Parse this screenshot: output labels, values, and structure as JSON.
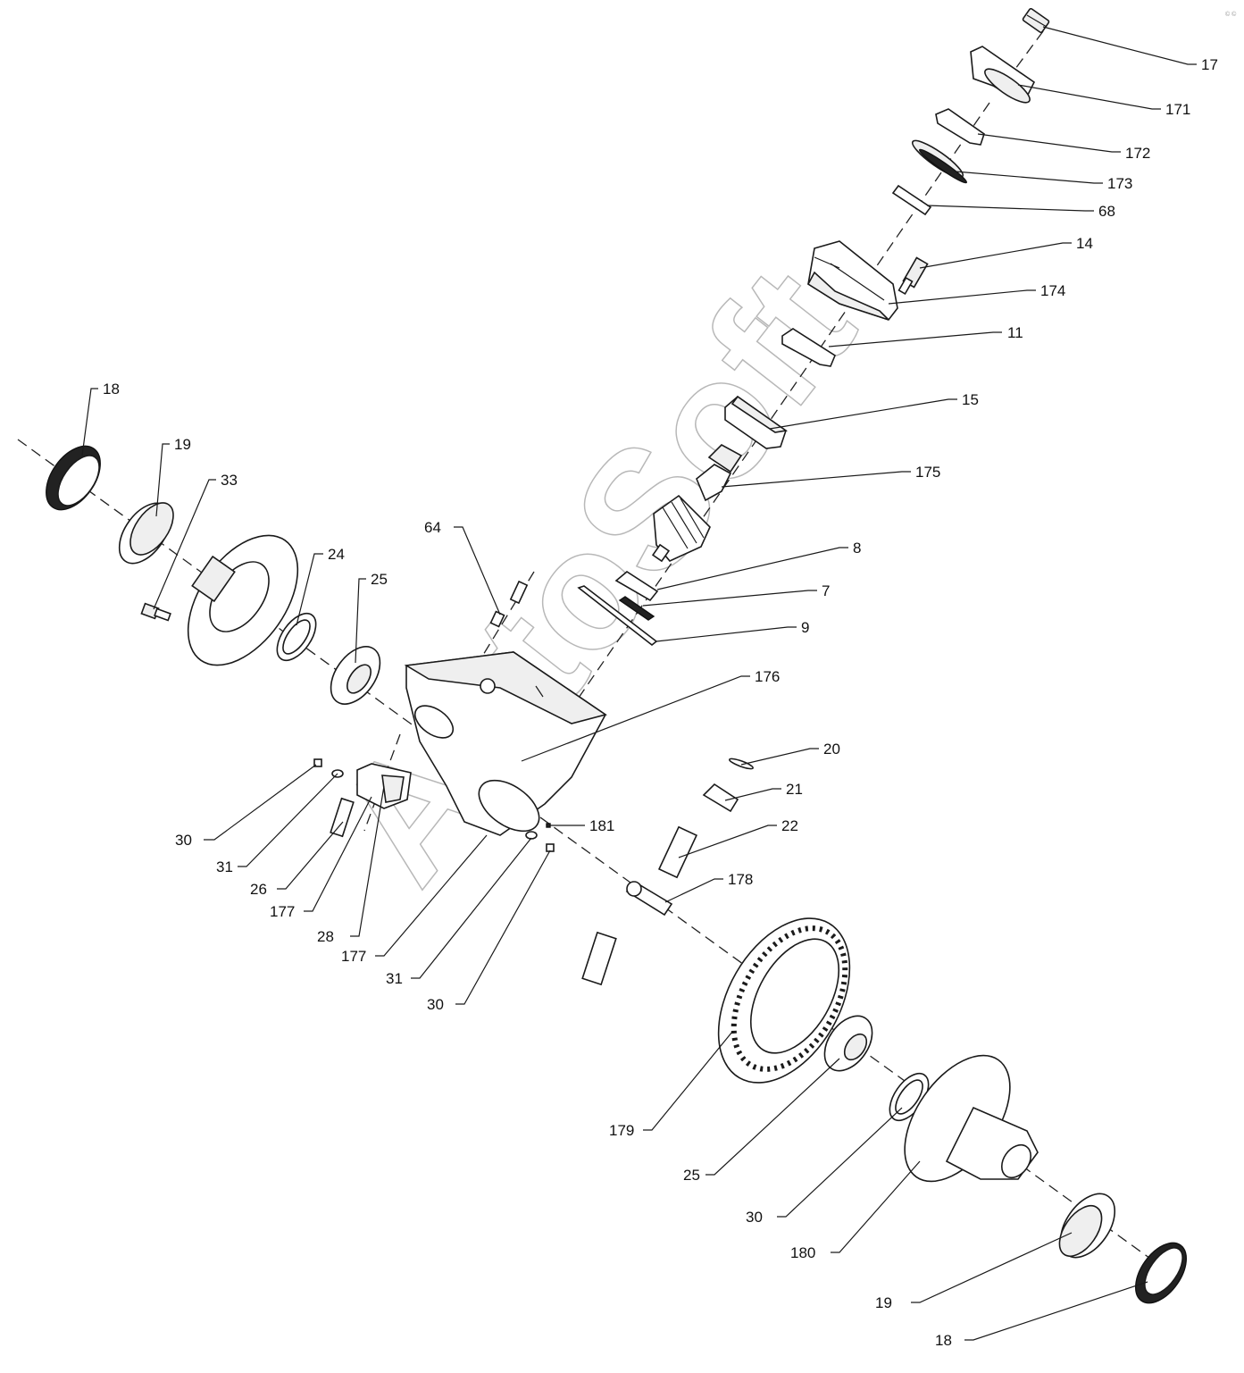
{
  "watermark": "AutoSoft",
  "corner_mark": "© ©",
  "callouts": [
    {
      "id": "c17",
      "label": "17"
    },
    {
      "id": "c171",
      "label": "171"
    },
    {
      "id": "c172",
      "label": "172"
    },
    {
      "id": "c173",
      "label": "173"
    },
    {
      "id": "c68",
      "label": "68"
    },
    {
      "id": "c14",
      "label": "14"
    },
    {
      "id": "c174",
      "label": "174"
    },
    {
      "id": "c11",
      "label": "11"
    },
    {
      "id": "c15",
      "label": "15"
    },
    {
      "id": "c175",
      "label": "175"
    },
    {
      "id": "c8",
      "label": "8"
    },
    {
      "id": "c7",
      "label": "7"
    },
    {
      "id": "c9",
      "label": "9"
    },
    {
      "id": "c176",
      "label": "176"
    },
    {
      "id": "c20",
      "label": "20"
    },
    {
      "id": "c21",
      "label": "21"
    },
    {
      "id": "c22",
      "label": "22"
    },
    {
      "id": "c178",
      "label": "178"
    },
    {
      "id": "c181",
      "label": "181"
    },
    {
      "id": "c18a",
      "label": "18"
    },
    {
      "id": "c19a",
      "label": "19"
    },
    {
      "id": "c33",
      "label": "33"
    },
    {
      "id": "c24",
      "label": "24"
    },
    {
      "id": "c25a",
      "label": "25"
    },
    {
      "id": "c64",
      "label": "64"
    },
    {
      "id": "c30a",
      "label": "30"
    },
    {
      "id": "c31a",
      "label": "31"
    },
    {
      "id": "c26",
      "label": "26"
    },
    {
      "id": "c177a",
      "label": "177"
    },
    {
      "id": "c28",
      "label": "28"
    },
    {
      "id": "c177b",
      "label": "177"
    },
    {
      "id": "c31b",
      "label": "31"
    },
    {
      "id": "c30b",
      "label": "30"
    },
    {
      "id": "c179",
      "label": "179"
    },
    {
      "id": "c25b",
      "label": "25"
    },
    {
      "id": "c30c",
      "label": "30"
    },
    {
      "id": "c180",
      "label": "180"
    },
    {
      "id": "c19b",
      "label": "19"
    },
    {
      "id": "c18b",
      "label": "18"
    }
  ]
}
